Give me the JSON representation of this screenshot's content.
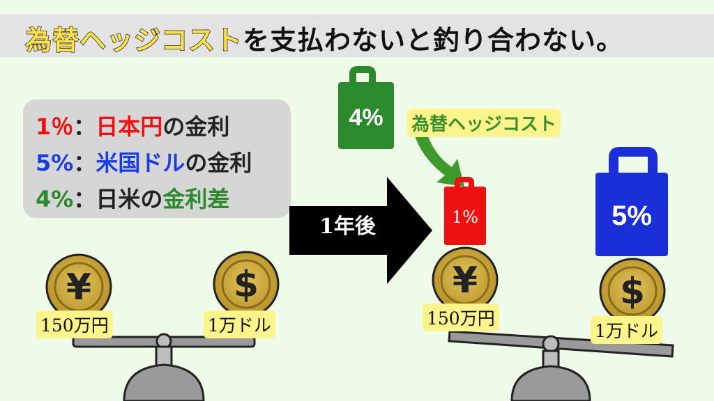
{
  "header": {
    "title_highlight": "為替ヘッジコスト",
    "title_rest": "を支払わないと釣り合わない。"
  },
  "legend": {
    "line1": {
      "value": "1％",
      "sep": "：",
      "name": "日本円",
      "suffix": "の金利"
    },
    "line2": {
      "value": "5%",
      "sep": "：",
      "name": "米国ドル",
      "suffix": "の金利"
    },
    "line3": {
      "value": "4%",
      "sep": "：",
      "prefix": "日米の",
      "name": "金利差"
    }
  },
  "arrow_label": "1年後",
  "left_scale": {
    "yen_label": "150万円",
    "dollar_label": "1万ドル",
    "yen_symbol": "¥",
    "dollar_symbol": "$"
  },
  "right_scale": {
    "yen_label": "150万円",
    "dollar_label": "1万ドル",
    "yen_symbol": "¥",
    "dollar_symbol": "$"
  },
  "weights": {
    "green": "4%",
    "red": "1%",
    "blue": "5%"
  },
  "hedge_tag": "為替ヘッジコスト",
  "colors": {
    "red": "#ee1111",
    "blue": "#1a3ee0",
    "green": "#2b8a2b",
    "coin": "#c9a227",
    "highlight": "#fdf58c"
  }
}
